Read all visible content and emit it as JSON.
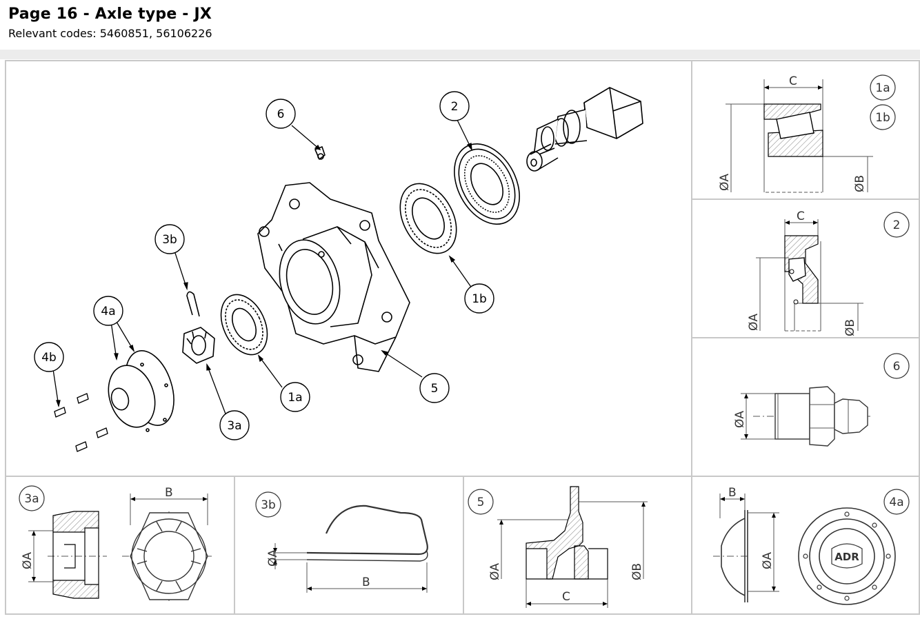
{
  "header": {
    "title": "Page 16 - Axle type - JX",
    "subtitle": "Relevant codes: 5460851, 56106226"
  },
  "exploded_view": {
    "callouts": {
      "c6": "6",
      "c2": "2",
      "c3b": "3b",
      "c1b": "1b",
      "c4a": "4a",
      "c4b": "4b",
      "c1a": "1a",
      "c3a": "3a",
      "c5": "5"
    }
  },
  "detail_bearing_1": {
    "callouts": [
      "1a",
      "1b"
    ],
    "dims": {
      "c": "C",
      "a": "ØA",
      "b": "ØB"
    }
  },
  "detail_seal_2": {
    "callout": "2",
    "dims": {
      "c": "C",
      "a": "ØA",
      "b": "ØB"
    }
  },
  "detail_nipple_6": {
    "callout": "6",
    "dims": {
      "a": "ØA"
    }
  },
  "detail_nut_3a": {
    "callout": "3a",
    "dims": {
      "a": "ØA",
      "b": "B"
    }
  },
  "detail_pin_3b": {
    "callout": "3b",
    "dims": {
      "a": "ØA",
      "b": "B"
    }
  },
  "detail_hub_5": {
    "callout": "5",
    "dims": {
      "a": "ØA",
      "b": "ØB",
      "c": "C"
    }
  },
  "detail_cap_4a": {
    "callout": "4a",
    "dims": {
      "b": "B",
      "a": "ØA"
    },
    "logo_text": "ADR"
  }
}
